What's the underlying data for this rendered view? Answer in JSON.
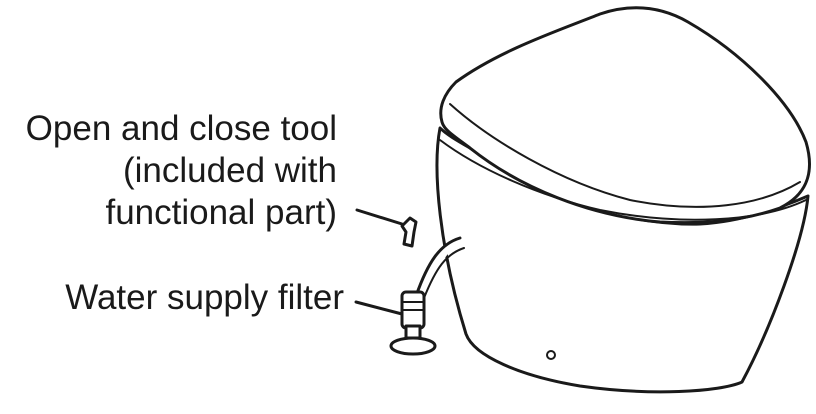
{
  "callouts": {
    "open_close_tool": {
      "line1": "Open and close tool",
      "line2": "(included with",
      "line3": "functional part)"
    },
    "water_supply_filter": {
      "label": "Water supply filter"
    }
  },
  "colors": {
    "ink": "#1a1a1a",
    "background": "#ffffff"
  }
}
